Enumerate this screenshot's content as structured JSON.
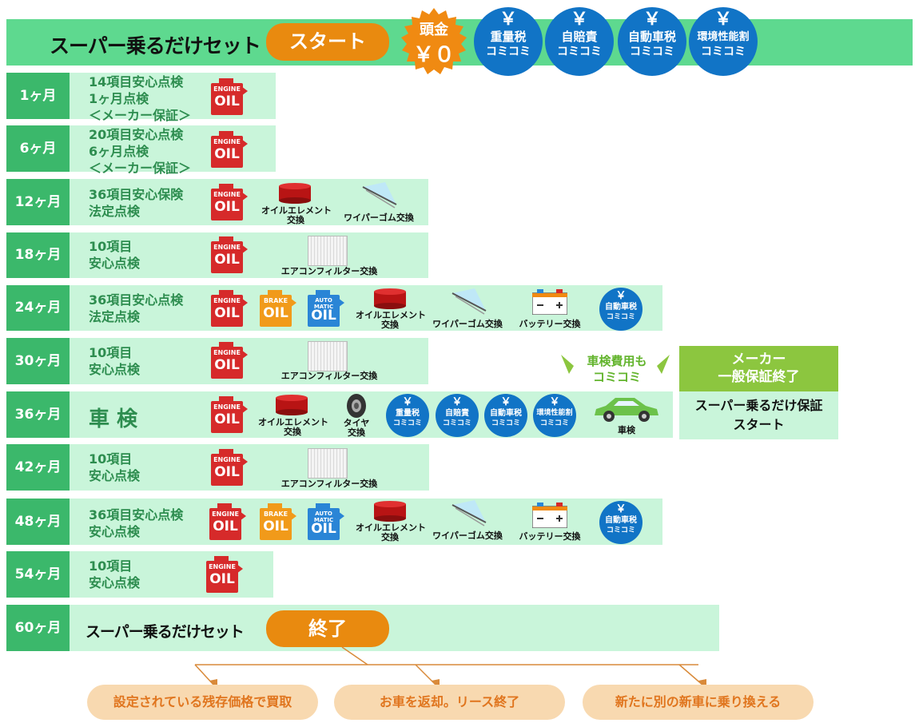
{
  "header": {
    "title": "スーパー乗るだけセット",
    "start_label": "スタート",
    "seal": {
      "line1": "頭金",
      "line2": "￥０"
    },
    "badges": [
      {
        "yen": "￥",
        "line1": "重量税",
        "line2": "コミコミ"
      },
      {
        "yen": "￥",
        "line1": "自賠責",
        "line2": "コミコミ"
      },
      {
        "yen": "￥",
        "line1": "自動車税",
        "line2": "コミコミ"
      },
      {
        "yen": "￥",
        "line1": "環境性能割",
        "line2": "コミコミ"
      }
    ]
  },
  "colors": {
    "header_green": "#5ed98f",
    "label_green": "#3bb86b",
    "row_bg": "#c9f5da",
    "text_green": "#2d8d4f",
    "orange": "#e98a0f",
    "badge_blue": "#1174c6",
    "lime": "#8cc63f",
    "peach": "#f8d9b0"
  },
  "icons": {
    "oil": "engine-oil-can-icon",
    "brake": "brake-oil-can-icon",
    "atf": "automatic-oil-can-icon",
    "element": "oil-element-icon",
    "wiper": "wiper-rubber-icon",
    "filter": "air-filter-icon",
    "battery": "battery-icon",
    "tire": "tire-icon",
    "car": "car-icon"
  },
  "oil_text": {
    "engine_top": "ENGINE",
    "engine_bottom": "OIL",
    "brake_top": "BRAKE",
    "brake_bottom": "OIL",
    "atf_top": "AUTO MATIC",
    "atf_bottom": "OIL"
  },
  "item_labels": {
    "element_1": "オイルエレメント",
    "element_2": "交換",
    "wiper": "ワイパーゴム交換",
    "filter": "エアコンフィルター交換",
    "battery": "バッテリー交換",
    "tire_1": "タイヤ",
    "tire_2": "交換",
    "car": "車検",
    "tax_yen": "￥",
    "tax_1": "自動車税",
    "tax_2": "コミコミ"
  },
  "rows": [
    {
      "label": "1ヶ月",
      "text": [
        "14項目安心点検",
        "1ヶ月点検",
        "＜メーカー保証＞"
      ]
    },
    {
      "label": "6ヶ月",
      "text": [
        "20項目安心点検",
        "6ヶ月点検",
        "＜メーカー保証＞"
      ]
    },
    {
      "label": "12ヶ月",
      "text": [
        "36項目安心保険",
        "法定点検"
      ]
    },
    {
      "label": "18ヶ月",
      "text": [
        "10項目",
        "安心点検"
      ]
    },
    {
      "label": "24ヶ月",
      "text": [
        "36項目安心点検",
        "法定点検"
      ]
    },
    {
      "label": "30ヶ月",
      "text": [
        "10項目",
        "安心点検"
      ]
    },
    {
      "label": "36ヶ月",
      "text": [
        "車 検"
      ]
    },
    {
      "label": "42ヶ月",
      "text": [
        "10項目",
        "安心点検"
      ]
    },
    {
      "label": "48ヶ月",
      "text": [
        "36項目安心点検",
        "安心点検"
      ]
    },
    {
      "label": "54ヶ月",
      "text": [
        "10項目",
        "安心点検"
      ]
    },
    {
      "label": "60ヶ月",
      "text": [
        "スーパー乗るだけセット"
      ]
    }
  ],
  "callout": {
    "line1": "車検費用も",
    "line2": "コミコミ"
  },
  "maker": {
    "top1": "メーカー",
    "top2": "一般保証終了",
    "bottom1": "スーパー乗るだけ保証",
    "bottom2": "スタート"
  },
  "end_label": "終了",
  "outcomes": [
    "設定されている残存価格で買取",
    "お車を返却。リース終了",
    "新たに別の新車に乗り換える"
  ]
}
